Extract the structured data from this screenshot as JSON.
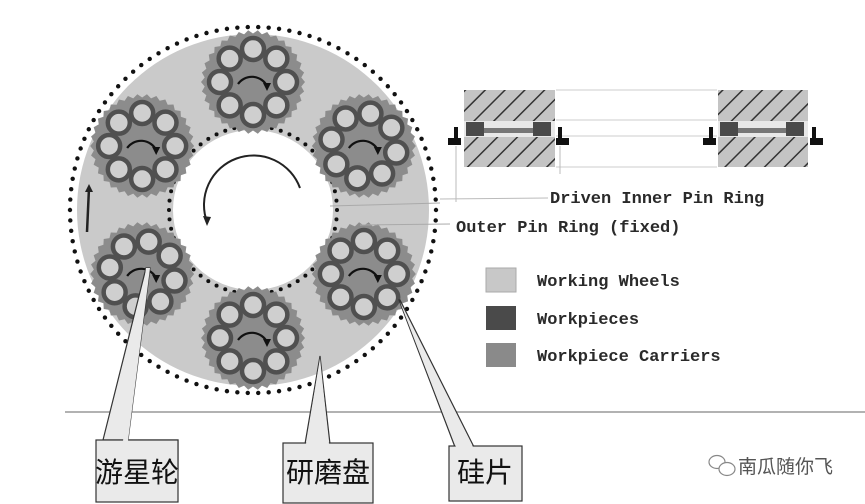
{
  "diagram": {
    "title": "Double-side lapping planetary machine schematic",
    "cross_section_labels": {
      "driven_inner": "Driven Inner Pin Ring",
      "outer_fixed": "Outer Pin Ring (fixed)"
    },
    "legend": [
      {
        "label": "Working Wheels",
        "color": "#c8c8c8",
        "icon": "legend-swatch-light"
      },
      {
        "label": "Workpieces",
        "color": "#4a4a4a",
        "icon": "legend-swatch-dark"
      },
      {
        "label": "Workpiece Carriers",
        "color": "#8a8a8a",
        "icon": "legend-swatch-medium"
      }
    ],
    "callouts": [
      {
        "label": "游星轮",
        "meaning": "planetary carrier"
      },
      {
        "label": "研磨盘",
        "meaning": "lapping plate"
      },
      {
        "label": "硅片",
        "meaning": "silicon wafer"
      }
    ],
    "carrier_count": 6,
    "workpieces_per_carrier": 8,
    "colors": {
      "wheel": "#c9c9c9",
      "carrier": "#8c8c8c",
      "workpiece_ring": "#505050",
      "workpiece_fill": "#cfcfcf",
      "pin": "#111111",
      "hatch_bg": "#c4c4c4"
    }
  },
  "watermark": {
    "icon": "wechat-icon",
    "text": "南瓜随你飞"
  }
}
